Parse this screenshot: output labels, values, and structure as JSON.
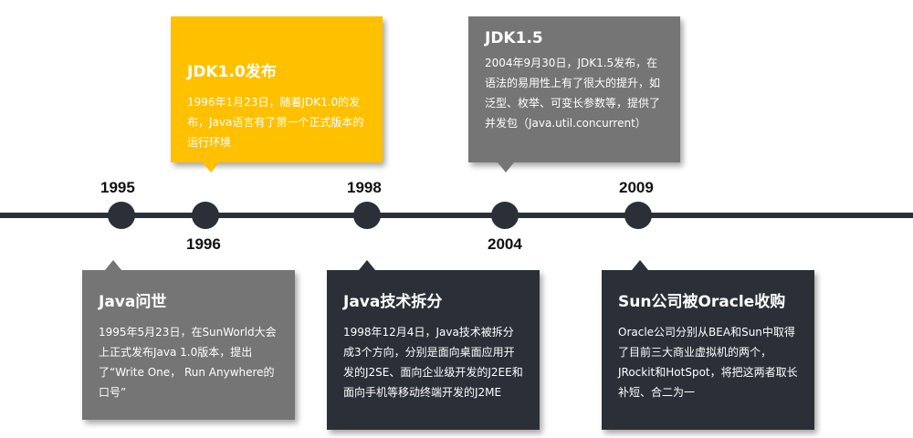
{
  "colors": {
    "line": "#2b3038",
    "yellow": "#ffc000",
    "gray": "#757575",
    "dark": "#2b3038"
  },
  "years": {
    "y1995": "1995",
    "y1996": "1996",
    "y1998": "1998",
    "y2004": "2004",
    "y2009": "2009"
  },
  "events": {
    "jdk10": {
      "title": "JDK1.0发布",
      "body": "1996年1月23日，随着JDK1.0的发布，Java语言有了第一个正式版本的运行环境"
    },
    "jdk15": {
      "title": "JDK1.5",
      "body": "2004年9月30日，JDK1.5发布，在语法的易用性上有了很大的提升，如泛型、枚举、可变长参数等，提供了并发包（Java.util.concurrent）"
    },
    "birth": {
      "title": "Java问世",
      "body": "1995年5月23日，在SunWorld大会上正式发布Java 1.0版本，提出了“Write One， Run Anywhere的口号”"
    },
    "split": {
      "title": "Java技术拆分",
      "body": "1998年12月4日，Java技术被拆分成3个方向，分别是面向桌面应用开发的J2SE、面向企业级开发的J2EE和面向手机等移动终端开发的J2ME"
    },
    "oracle": {
      "title": "Sun公司被Oracle收购",
      "body": "Oracle公司分别从BEA和Sun中取得了目前三大商业虚拟机的两个，JRockit和HotSpot，将把这两者取长补短、合二为一"
    }
  }
}
